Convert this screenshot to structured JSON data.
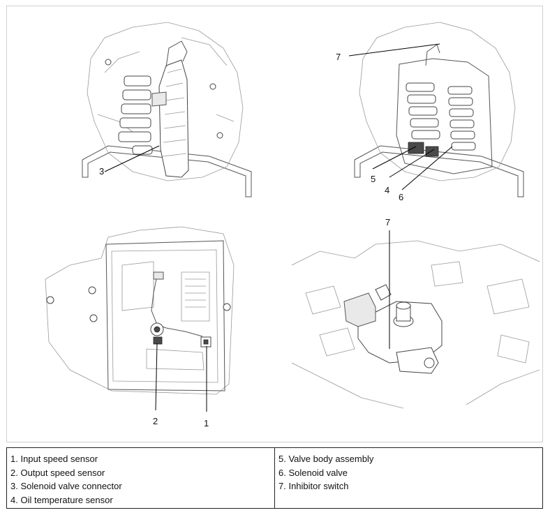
{
  "callouts": {
    "p1": "3",
    "p2_top": "7",
    "p2_a": "5",
    "p2_b": "4",
    "p2_c": "6",
    "p3_a": "2",
    "p3_b": "1",
    "p4": "7"
  },
  "legend": {
    "left": [
      "1. Input speed sensor",
      "2. Output speed sensor",
      "3. Solenoid valve connector",
      "4. Oil temperature sensor"
    ],
    "right": [
      "5. Valve body assembly",
      "6. Solenoid valve",
      "7. Inhibitor switch"
    ]
  }
}
